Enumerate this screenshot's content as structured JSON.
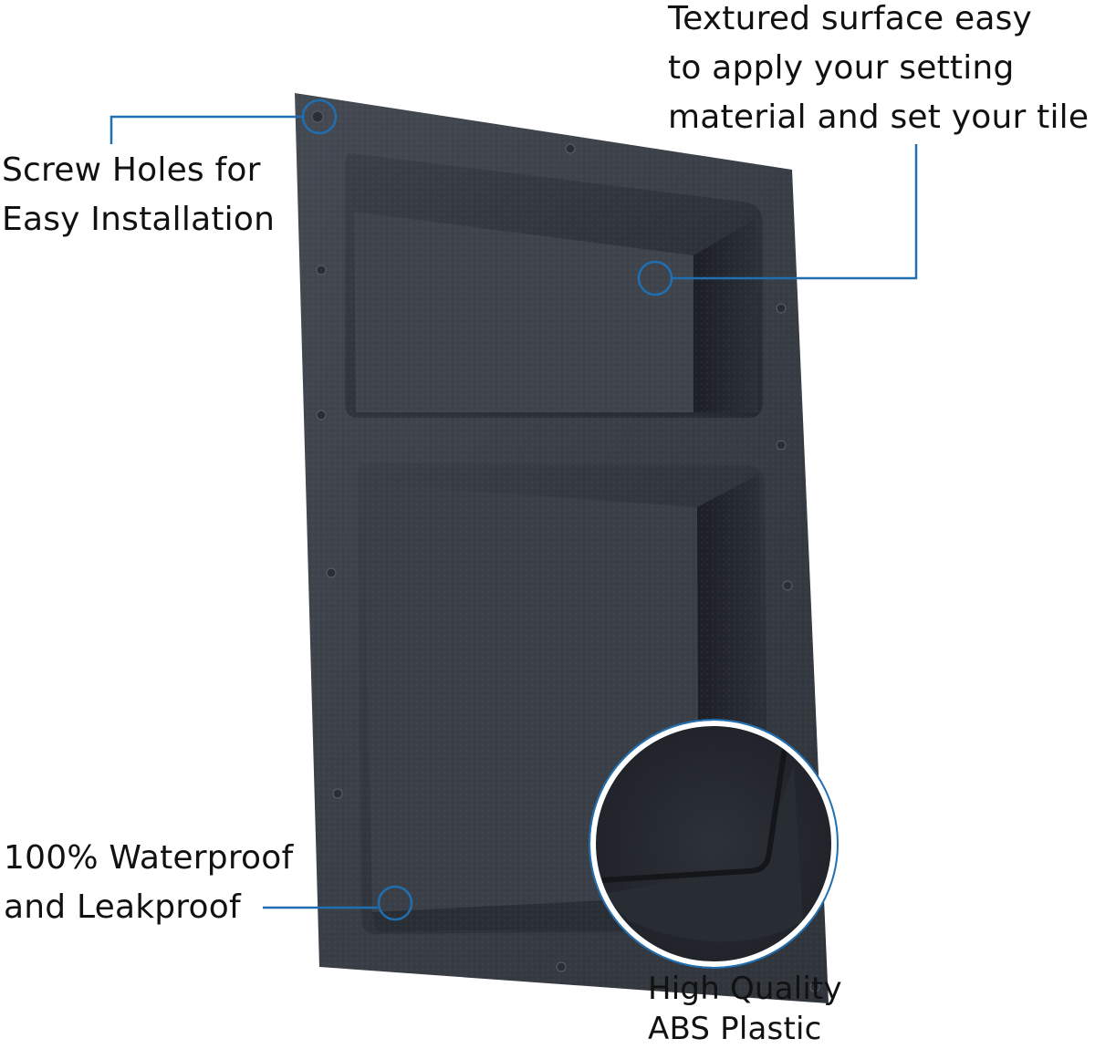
{
  "callouts": {
    "textured_surface": {
      "line1": "Textured surface easy",
      "line2": "to apply your setting",
      "line3": "material and set your tile"
    },
    "screw_holes": {
      "line1": "Screw Holes for",
      "line2": "Easy Installation"
    },
    "waterproof": {
      "line1": "100% Waterproof",
      "line2": "and Leakproof"
    },
    "abs_plastic": {
      "line1": "High Quality",
      "line2": "ABS Plastic"
    }
  },
  "colors": {
    "callout_line": "#1f6fb2",
    "product_body": "#3a3f47",
    "product_dark": "#242830",
    "background": "#ffffff"
  },
  "product": {
    "name": "shower-niche-double-shelf",
    "icon": "shower-niche-image"
  }
}
